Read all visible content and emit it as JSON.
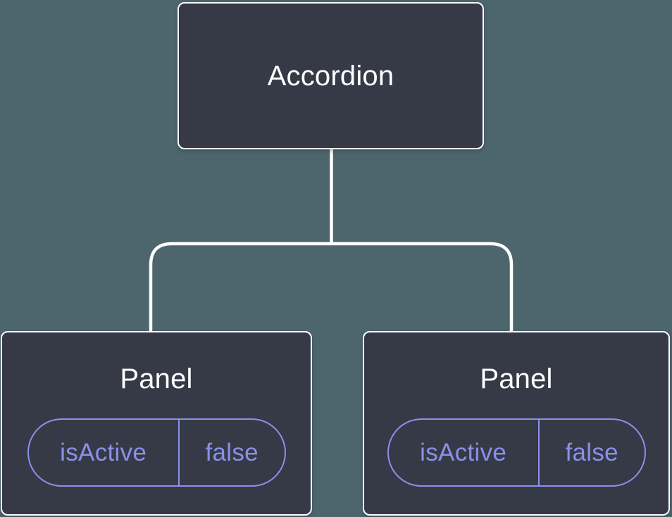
{
  "diagram": {
    "type": "component-tree",
    "root": {
      "label": "Accordion"
    },
    "children": [
      {
        "label": "Panel",
        "state": {
          "name": "isActive",
          "value": "false"
        }
      },
      {
        "label": "Panel",
        "state": {
          "name": "isActive",
          "value": "false"
        }
      }
    ],
    "colors": {
      "background": "#4d666e",
      "node_fill": "#353a46",
      "node_border": "#ffffff",
      "connector": "#ffffff",
      "accent": "#8b90e9",
      "title_text": "#ffffff"
    }
  }
}
